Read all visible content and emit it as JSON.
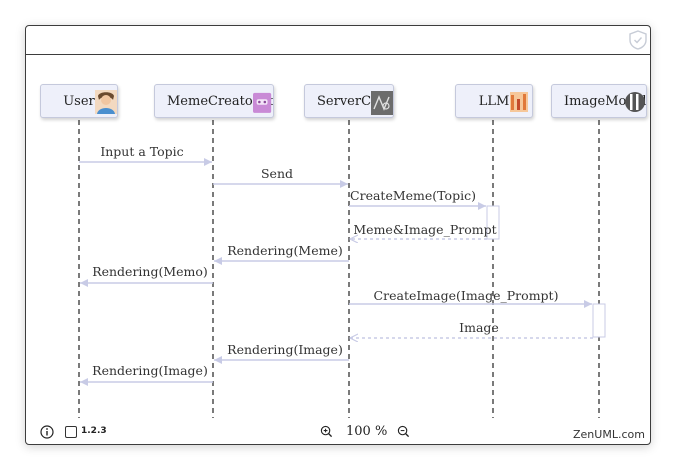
{
  "participants": [
    {
      "id": "user",
      "label": "User",
      "icon": "user-avatar-icon"
    },
    {
      "id": "bot",
      "label": "MemeCreatorBot",
      "icon": "robot-icon"
    },
    {
      "id": "server",
      "label": "ServerCode",
      "icon": "code-icon"
    },
    {
      "id": "llm",
      "label": "LLM",
      "icon": "llm-icon"
    },
    {
      "id": "image",
      "label": "ImageModel",
      "icon": "image-model-icon"
    }
  ],
  "messages": [
    {
      "label": "Input a Topic",
      "from": "user",
      "to": "bot",
      "type": "sync"
    },
    {
      "label": "Send",
      "from": "bot",
      "to": "server",
      "type": "sync"
    },
    {
      "label": "CreateMeme(Topic)",
      "from": "server",
      "to": "llm",
      "type": "sync"
    },
    {
      "label": "Meme&Image_Prompt",
      "from": "llm",
      "to": "server",
      "type": "return"
    },
    {
      "label": "Rendering(Meme)",
      "from": "server",
      "to": "bot",
      "type": "sync"
    },
    {
      "label": "Rendering(Memo)",
      "from": "bot",
      "to": "user",
      "type": "sync"
    },
    {
      "label": "CreateImage(Image_Prompt)",
      "from": "server",
      "to": "image",
      "type": "sync"
    },
    {
      "label": "Image",
      "from": "image",
      "to": "server",
      "type": "return"
    },
    {
      "label": "Rendering(Image)",
      "from": "server",
      "to": "bot",
      "type": "sync"
    },
    {
      "label": "Rendering(Image)",
      "from": "bot",
      "to": "user",
      "type": "sync"
    }
  ],
  "footer": {
    "info_icon": "info-icon",
    "version": "1.2.3",
    "zoom_in_icon": "zoom-in-icon",
    "zoom": "100 %",
    "zoom_out_icon": "zoom-out-icon",
    "brand": "ZenUML.com"
  },
  "colors": {
    "participant_bg": "#eef0fa",
    "arrow": "#c8cbe6",
    "lifeline": "#222222"
  }
}
